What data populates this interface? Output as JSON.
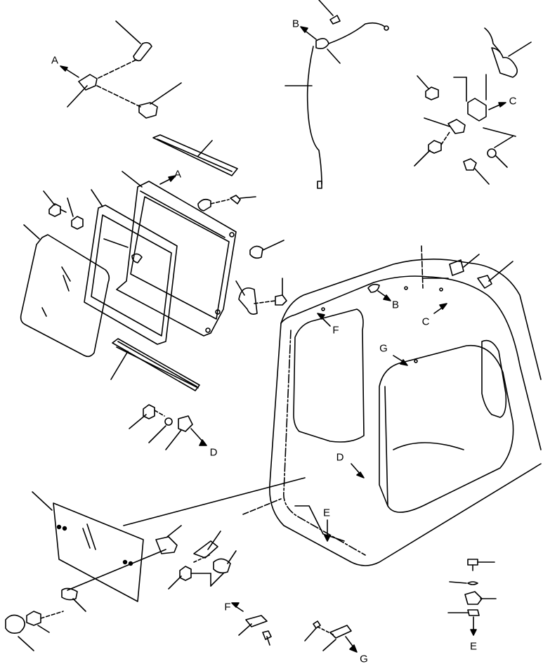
{
  "diagram": {
    "callout_letters": {
      "a_top": "A",
      "a_window": "A",
      "b_harness": "B",
      "b_cab": "B",
      "c_bracket": "C",
      "c_cab": "C",
      "d_clip": "D",
      "d_cab": "D",
      "e_cab": "E",
      "e_clip": "E",
      "f_cab": "F",
      "f_clip": "F",
      "g_cab": "G",
      "g_clip": "G"
    }
  }
}
